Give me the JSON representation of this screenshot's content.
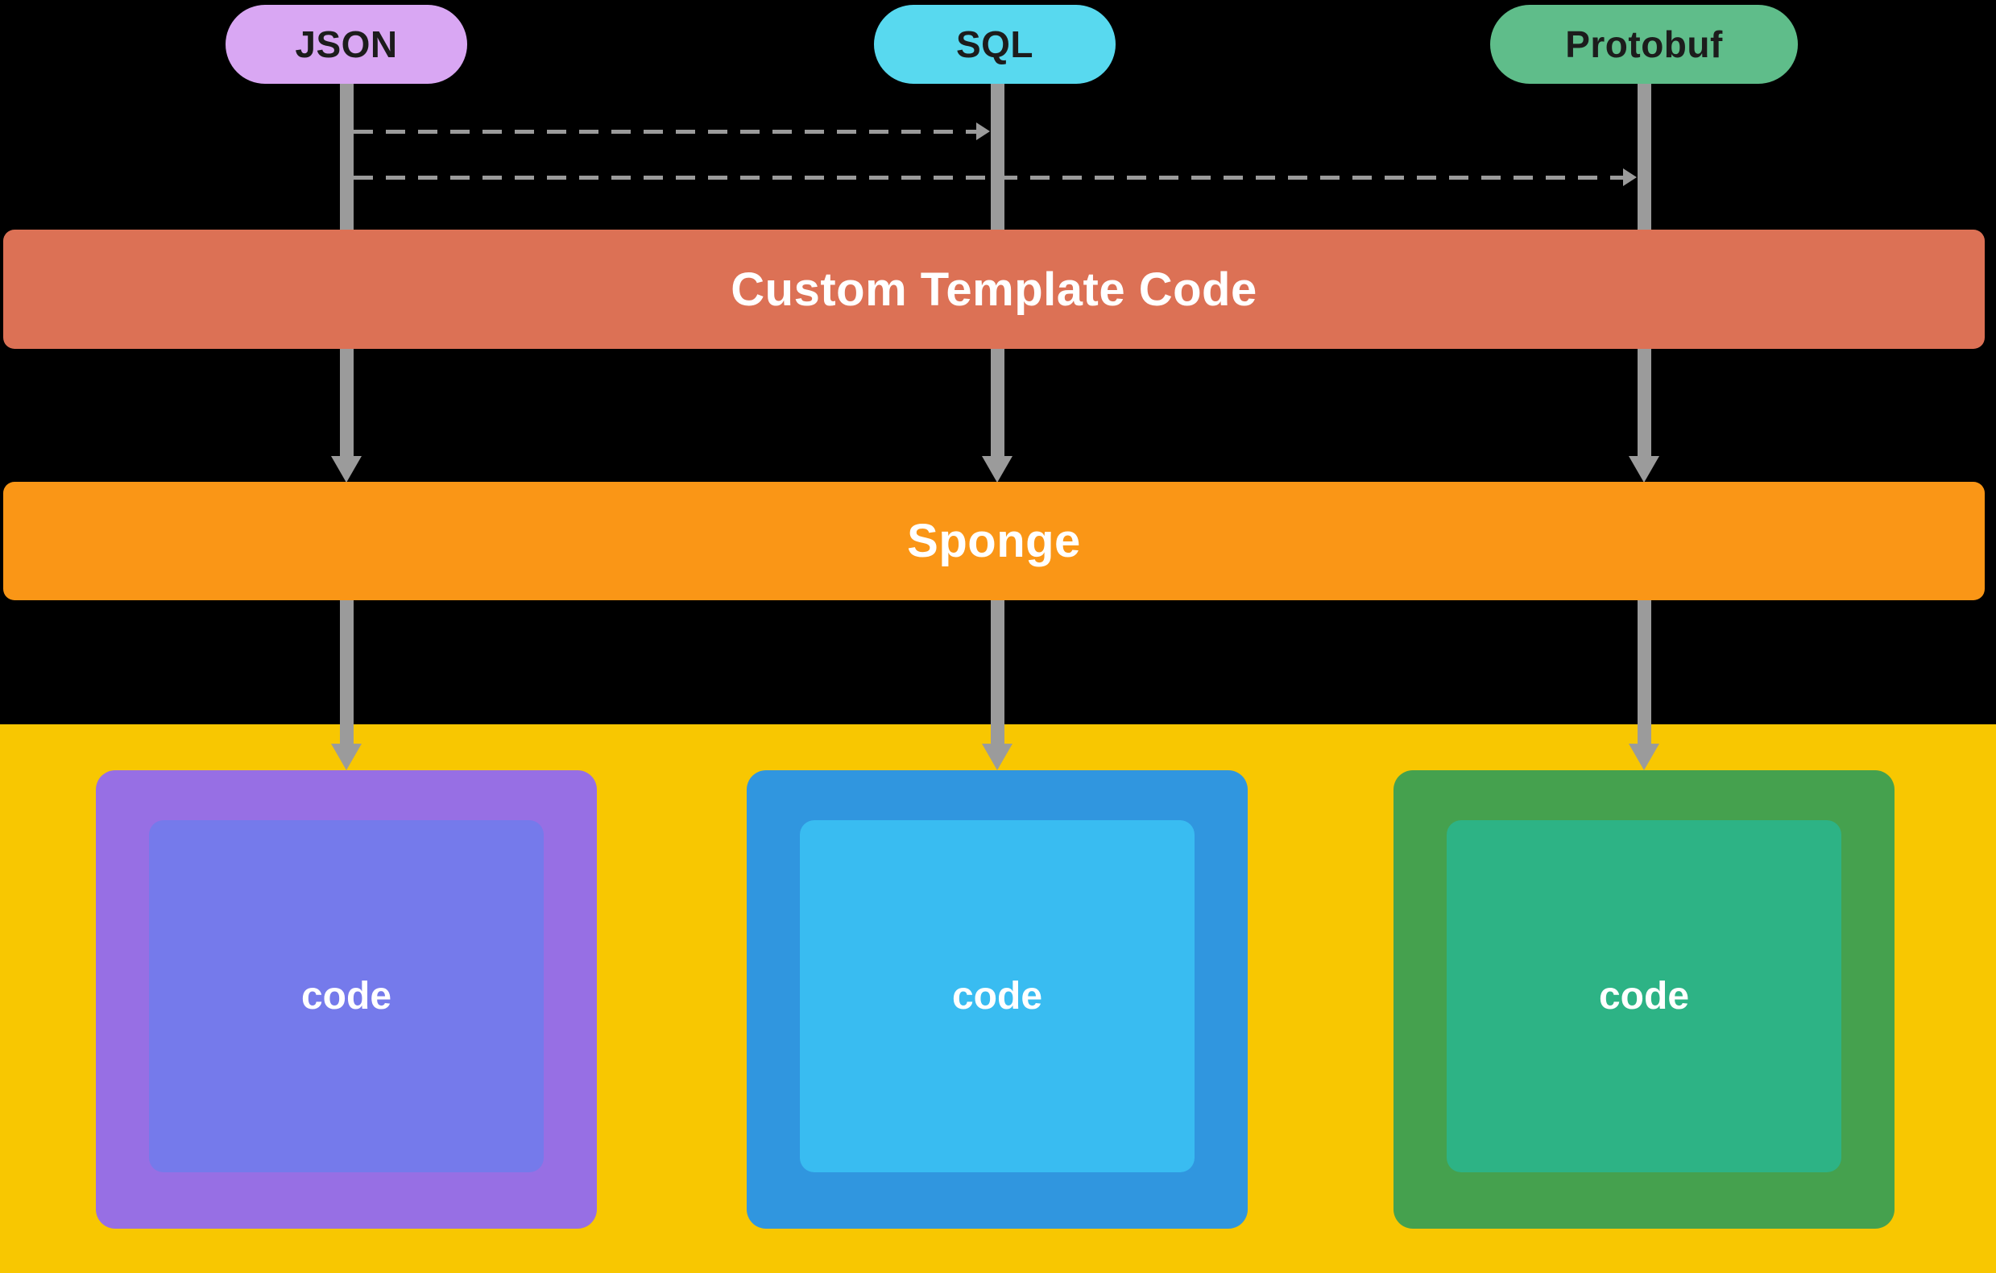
{
  "sources": [
    {
      "id": "json",
      "label": "JSON",
      "color": "#d9a7f3"
    },
    {
      "id": "sql",
      "label": "SQL",
      "color": "#58d9ef"
    },
    {
      "id": "protobuf",
      "label": "Protobuf",
      "color": "#5fbd8a"
    }
  ],
  "layers": [
    {
      "id": "custom-template-code",
      "label": "Custom Template Code",
      "color": "#dc7155"
    },
    {
      "id": "sponge",
      "label": "Sponge",
      "color": "#fa9616"
    }
  ],
  "outputs": [
    {
      "for": "JSON",
      "label": "code",
      "outer_color": "#976fe4",
      "inner_color": "#757aeb"
    },
    {
      "for": "SQL",
      "label": "code",
      "outer_color": "#3096df",
      "inner_color": "#39bcf1"
    },
    {
      "for": "Protobuf",
      "label": "code",
      "outer_color": "#45a14e",
      "inner_color": "#2db385"
    }
  ],
  "colors": {
    "background": "#000000",
    "output_area": "#f8c701",
    "arrow": "#9b9b9b",
    "pill_text": "#1c1c1c",
    "bar_text": "#ffffff",
    "code_text": "#ffffff"
  }
}
